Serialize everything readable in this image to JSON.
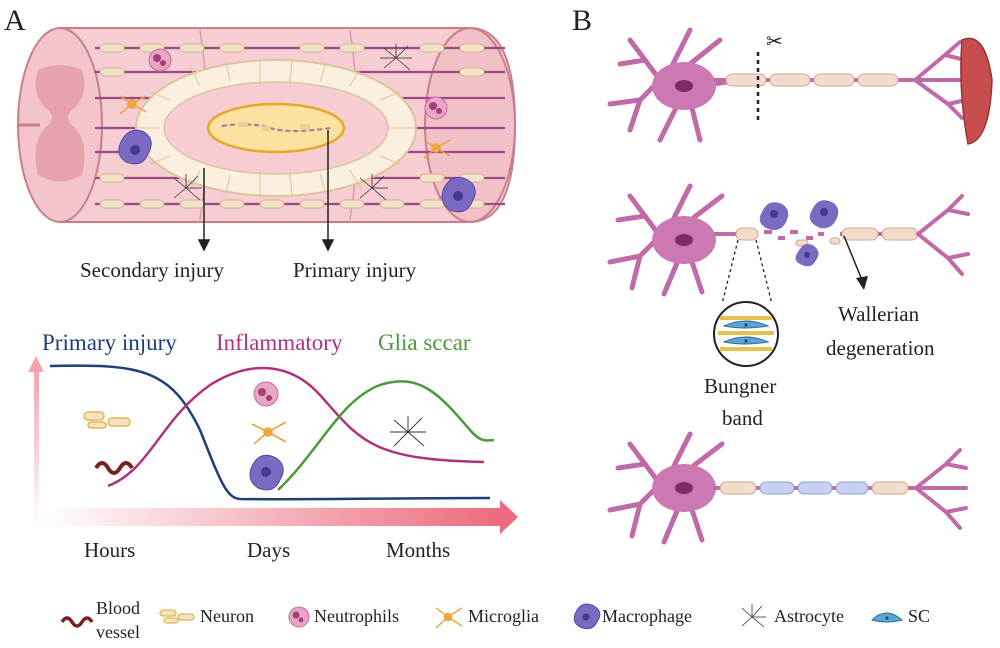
{
  "panels": {
    "a": {
      "label": "A",
      "annotations": {
        "secondary": "Secondary injury",
        "primary": "Primary injury"
      },
      "timeline": {
        "curves": [
          {
            "label": "Primary injury",
            "color": "#1f3f7a"
          },
          {
            "label": "Inflammatory",
            "color": "#b0317f"
          },
          {
            "label": "Glia sccar",
            "color": "#4a9a3a"
          }
        ],
        "axis": [
          "Hours",
          "Days",
          "Months"
        ]
      }
    },
    "b": {
      "label": "B",
      "annotations": {
        "wallerian_1": "Wallerian",
        "wallerian_2": "degeneration",
        "bungner_1": "Bungner",
        "bungner_2": "band"
      }
    }
  },
  "legend": [
    {
      "icon": "blood-vessel-icon",
      "label": "Blood vessel"
    },
    {
      "icon": "neuron-icon",
      "label": "Neuron"
    },
    {
      "icon": "neutrophil-icon",
      "label": "Neutrophils"
    },
    {
      "icon": "microglia-icon",
      "label": "Microglia"
    },
    {
      "icon": "macrophage-icon",
      "label": "Macrophage"
    },
    {
      "icon": "astrocyte-icon",
      "label": "Astrocyte"
    },
    {
      "icon": "schwann-cell-icon",
      "label": "SC"
    }
  ]
}
